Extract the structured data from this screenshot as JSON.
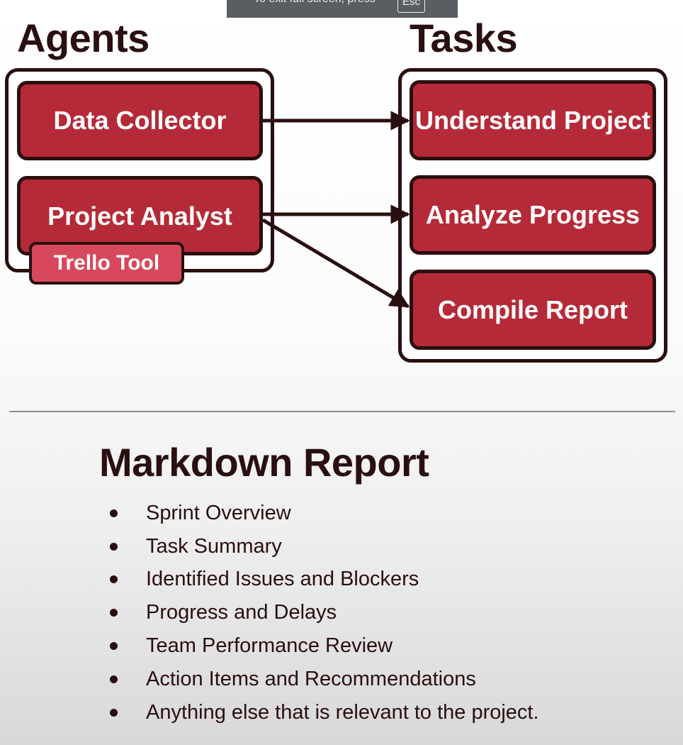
{
  "banner": {
    "text": "To exit full screen, press",
    "key": "Esc"
  },
  "diagram": {
    "agents_heading": "Agents",
    "tasks_heading": "Tasks",
    "agents": [
      "Data Collector",
      "Project Analyst"
    ],
    "tool": "Trello Tool",
    "tasks": [
      "Understand Project",
      "Analyze Progress",
      "Compile Report"
    ],
    "colors": {
      "node": "#b52a38",
      "tool": "#d8485c",
      "outline": "#2a0f10"
    }
  },
  "report": {
    "title": "Markdown Report",
    "items": [
      "Sprint Overview",
      "Task Summary",
      "Identified Issues and Blockers",
      "Progress and Delays",
      "Team Performance Review",
      "Action Items and Recommendations",
      "Anything else that is relevant to the project."
    ]
  }
}
